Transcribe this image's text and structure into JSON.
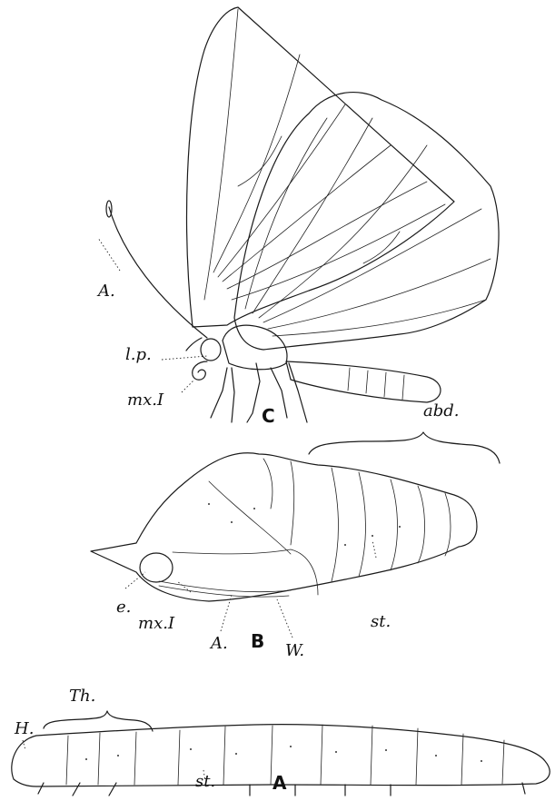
{
  "figure_c": {
    "caption": "C",
    "labels": {
      "antenna": "A.",
      "labial_palp": "l.p.",
      "maxilla": "mx.I"
    }
  },
  "figure_b": {
    "caption": "B",
    "labels": {
      "abdomen": "abd.",
      "eye": "e.",
      "maxilla": "mx.I",
      "antenna": "A.",
      "wing": "W.",
      "segment": "st."
    }
  },
  "figure_a": {
    "caption": "A",
    "labels": {
      "head": "H.",
      "thorax": "Th.",
      "segment": "st."
    }
  }
}
